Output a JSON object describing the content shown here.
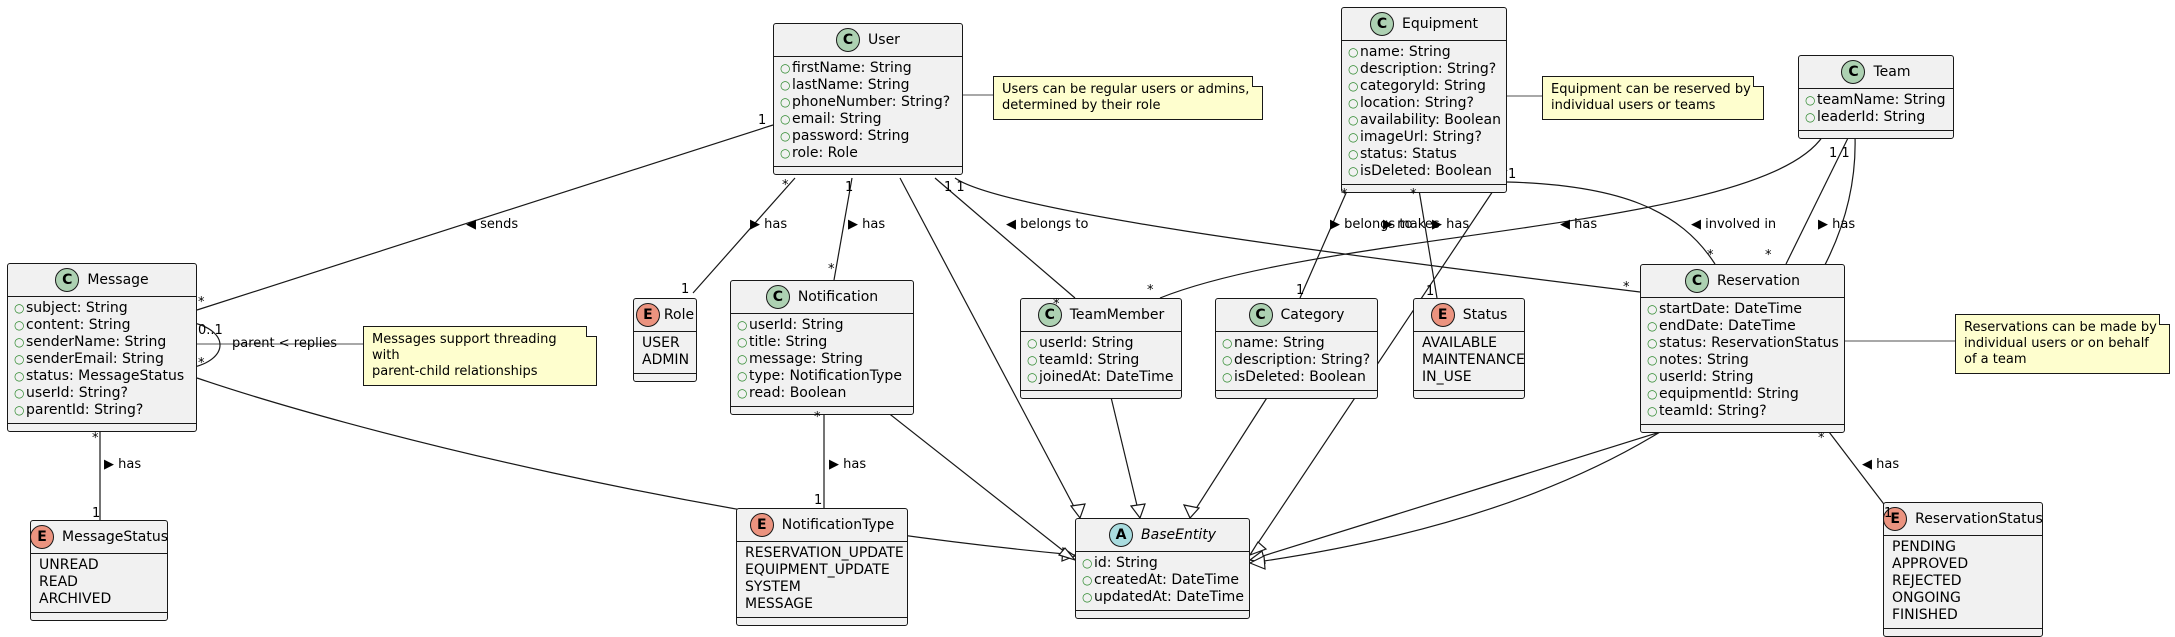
{
  "classes": {
    "user": {
      "name": "User",
      "attrs": [
        "firstName: String",
        "lastName: String",
        "phoneNumber: String?",
        "email: String",
        "password: String",
        "role: Role"
      ]
    },
    "equipment": {
      "name": "Equipment",
      "attrs": [
        "name: String",
        "description: String?",
        "categoryId: String",
        "location: String?",
        "availability: Boolean",
        "imageUrl: String?",
        "status: Status",
        "isDeleted: Boolean"
      ]
    },
    "team": {
      "name": "Team",
      "attrs": [
        "teamName: String",
        "leaderId: String"
      ]
    },
    "message": {
      "name": "Message",
      "attrs": [
        "subject: String",
        "content: String",
        "senderName: String",
        "senderEmail: String",
        "status: MessageStatus",
        "userId: String?",
        "parentId: String?"
      ]
    },
    "notification": {
      "name": "Notification",
      "attrs": [
        "userId: String",
        "title: String",
        "message: String",
        "type: NotificationType",
        "read: Boolean"
      ]
    },
    "teammember": {
      "name": "TeamMember",
      "attrs": [
        "userId: String",
        "teamId: String",
        "joinedAt: DateTime"
      ]
    },
    "category": {
      "name": "Category",
      "attrs": [
        "name: String",
        "description: String?",
        "isDeleted: Boolean"
      ]
    },
    "reservation": {
      "name": "Reservation",
      "attrs": [
        "startDate: DateTime",
        "endDate: DateTime",
        "status: ReservationStatus",
        "notes: String",
        "userId: String",
        "equipmentId: String",
        "teamId: String?"
      ]
    },
    "baseentity": {
      "name": "BaseEntity",
      "attrs": [
        "id: String",
        "createdAt: DateTime",
        "updatedAt: DateTime"
      ]
    }
  },
  "enums": {
    "role": {
      "name": "Role",
      "values": [
        "USER",
        "ADMIN"
      ]
    },
    "status": {
      "name": "Status",
      "values": [
        "AVAILABLE",
        "MAINTENANCE",
        "IN_USE"
      ]
    },
    "messagestatus": {
      "name": "MessageStatus",
      "values": [
        "UNREAD",
        "READ",
        "ARCHIVED"
      ]
    },
    "notificationtype": {
      "name": "NotificationType",
      "values": [
        "RESERVATION_UPDATE",
        "EQUIPMENT_UPDATE",
        "SYSTEM",
        "MESSAGE"
      ]
    },
    "reservationstatus": {
      "name": "ReservationStatus",
      "values": [
        "PENDING",
        "APPROVED",
        "REJECTED",
        "ONGOING",
        "FINISHED"
      ]
    }
  },
  "notes": {
    "user": [
      "Users can be regular users or admins,",
      "determined by their role"
    ],
    "equipment": [
      "Equipment can be reserved by",
      "individual users or teams"
    ],
    "message": [
      "Messages support threading with",
      "parent-child relationships"
    ],
    "reservation": [
      "Reservations can be made by",
      "individual users or on behalf",
      "of a team"
    ]
  },
  "badges": {
    "class": "C",
    "enum": "E",
    "abstract": "A",
    "visibility": "○"
  },
  "edge_labels": {
    "sends": "◀ sends",
    "role_has": "▶ has",
    "notif_has": "▶ has",
    "belongs_to": "◀ belongs to",
    "makes": "▶ makes",
    "eq_belongs_to": "▶ belongs to",
    "eq_has": "▶ has",
    "team_has_member": "◀ has",
    "involved_in": "◀ involved in",
    "team_has_res": "▶ has",
    "msg_replies": "parent < replies",
    "msg_has": "▶ has",
    "notif_type_has": "▶ has",
    "res_has": "◀ has"
  },
  "multiplicity": {
    "one": "1",
    "many": "*",
    "zero_one": "0..1",
    "one_one": "1 1"
  },
  "colors": {
    "class_bg": "#f1f1f1",
    "border": "#181818",
    "class_badge": "#add1b2",
    "enum_badge": "#eb937f",
    "abstract_badge": "#a9dcdf",
    "note_bg": "#fefece"
  }
}
